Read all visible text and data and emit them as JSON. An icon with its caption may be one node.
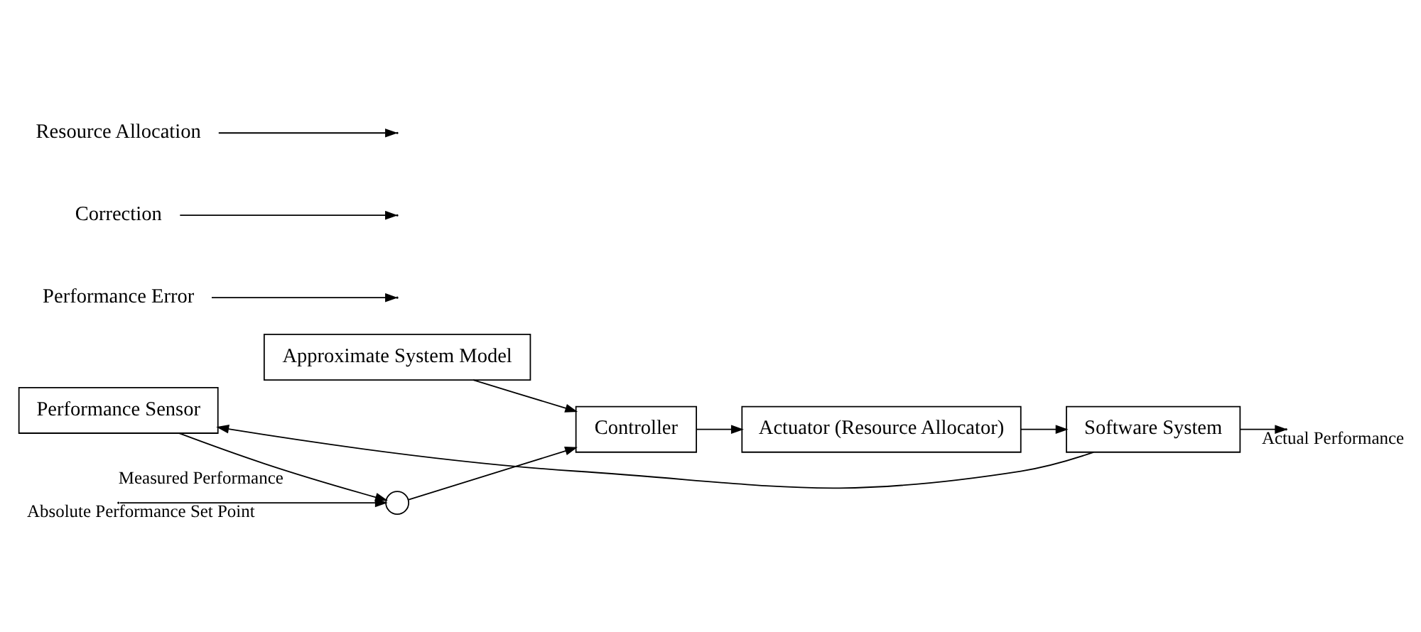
{
  "diagram": {
    "nodes": [
      {
        "text": [
          "Approximate System Model"
        ]
      },
      {
        "text": [],
        "shape": "circle"
      },
      {
        "text": [
          "Controller"
        ]
      },
      {
        "text": [
          "Actuator (Resource Allocator)"
        ]
      },
      {
        "text": [
          "Software System"
        ]
      },
      {
        "text": [
          "Performance Sensor"
        ]
      },
      {
        "text": [
          "Performance Error"
        ]
      },
      {
        "text": [
          "Correction"
        ]
      },
      {
        "text": [
          "Resource Allocation"
        ]
      }
    ],
    "edges": [
      {
        "from": null,
        "to": 1,
        "arrow": "to",
        "label": "Absolute Performance Set Point"
      },
      {
        "from": 0,
        "to": 2,
        "arrow": "to"
      },
      {
        "from": 1,
        "to": 2,
        "arrow": "to"
      },
      {
        "from": 2,
        "to": 3,
        "arrow": "to"
      },
      {
        "from": 3,
        "to": 4,
        "arrow": "to"
      },
      {
        "from": 4,
        "to": null,
        "arrow": "to",
        "label": "Actual Performance"
      },
      {
        "from": 4,
        "to": 5,
        "arrow": "to"
      },
      {
        "from": 5,
        "to": 1,
        "arrow": "to",
        "label": "Measured Performance"
      },
      {
        "from": 6,
        "to": null,
        "arrow": "to"
      },
      {
        "from": 7,
        "to": null,
        "arrow": "to"
      },
      {
        "from": 8,
        "to": null,
        "arrow": "to"
      }
    ]
  }
}
